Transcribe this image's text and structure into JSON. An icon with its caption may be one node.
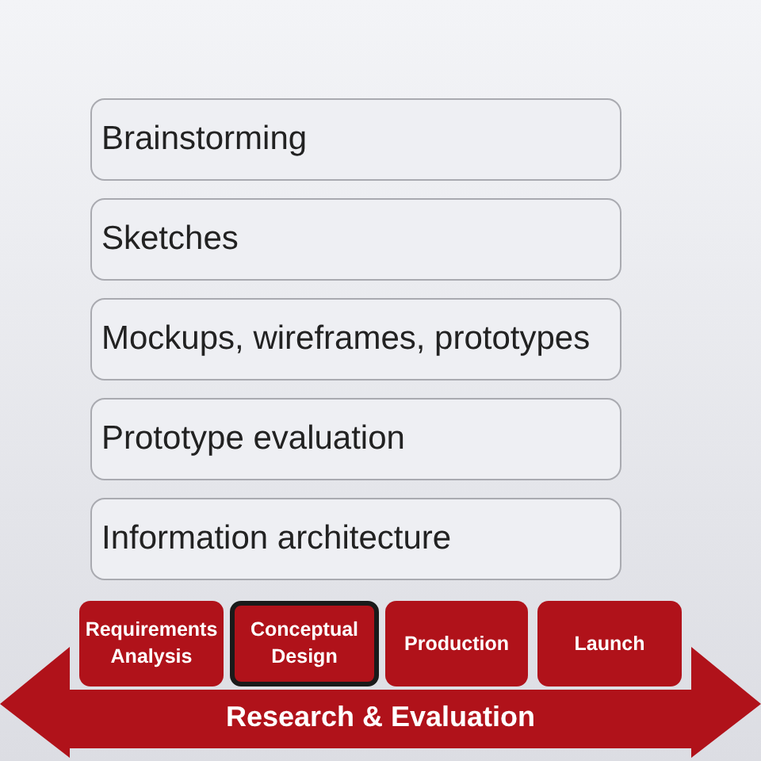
{
  "diagram": {
    "nodes": [
      {
        "text": [
          "Brainstorming"
        ]
      },
      {
        "text": [
          "Sketches"
        ]
      },
      {
        "text": [
          "Mockups, wireframes, prototypes"
        ]
      },
      {
        "text": [
          "Prototype evaluation"
        ]
      },
      {
        "text": [
          "Information architecture"
        ]
      },
      {
        "text": [
          "Requirements Analysis"
        ]
      },
      {
        "text": [
          "Conceptual Design"
        ]
      },
      {
        "text": [
          "Production"
        ]
      },
      {
        "text": [
          "Launch"
        ]
      },
      {
        "text": [
          "Research & Evaluation"
        ]
      }
    ],
    "edges": []
  }
}
